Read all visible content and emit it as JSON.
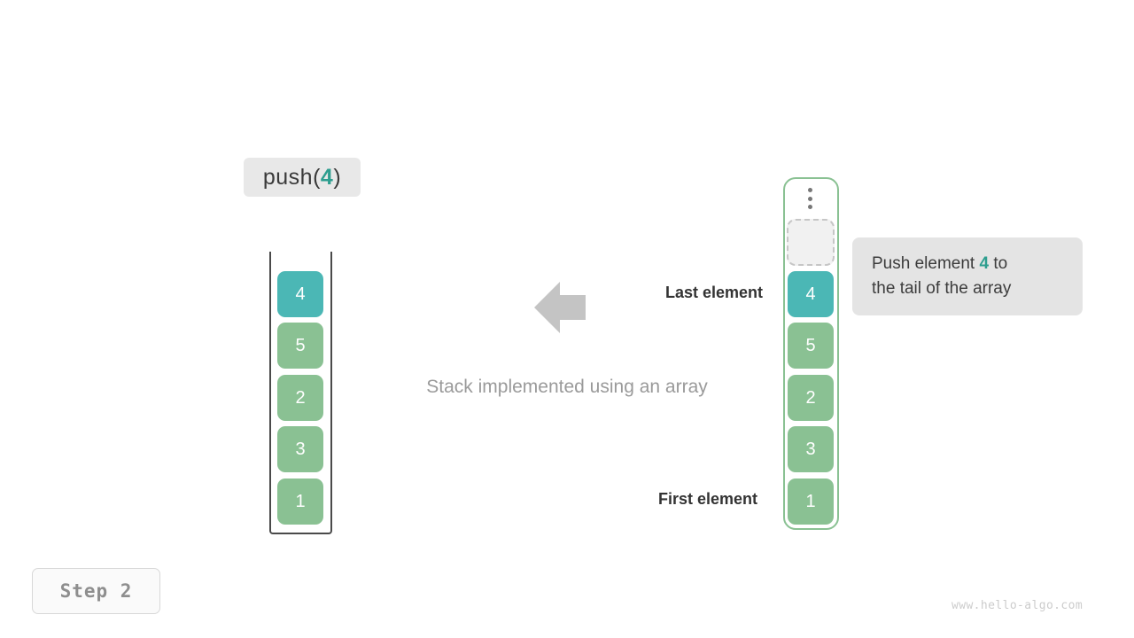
{
  "operation": {
    "prefix": "push(",
    "arg": "4",
    "suffix": ")"
  },
  "stack": {
    "title": "Stack implemented using an array",
    "cells": [
      {
        "value": "4",
        "color": "teal"
      },
      {
        "value": "5",
        "color": "green"
      },
      {
        "value": "2",
        "color": "green"
      },
      {
        "value": "3",
        "color": "green"
      },
      {
        "value": "1",
        "color": "green"
      }
    ]
  },
  "array": {
    "ellipsis_icon": "vertical-ellipsis-icon",
    "empty_slot_label": "",
    "cells": [
      {
        "value": "4",
        "color": "teal"
      },
      {
        "value": "5",
        "color": "green"
      },
      {
        "value": "2",
        "color": "green"
      },
      {
        "value": "3",
        "color": "green"
      },
      {
        "value": "1",
        "color": "green"
      }
    ]
  },
  "annotations": {
    "last_element": "Last element",
    "first_element": "First element",
    "arrow_icon": "left-arrow-icon"
  },
  "tooltip": {
    "line1_prefix": "Push element ",
    "arg": "4",
    "line1_suffix": " to",
    "line2": "the tail of the array"
  },
  "step": {
    "label": "Step 2"
  },
  "watermark": {
    "text": "www.hello-algo.com"
  },
  "colors": {
    "teal": "#4bb7b5",
    "green": "#8ac193",
    "accent_text": "#2e9e8f",
    "chip_bg": "#e8e8e8",
    "tooltip_bg": "#e4e4e4",
    "arrow_gray": "#c4c4c4"
  }
}
